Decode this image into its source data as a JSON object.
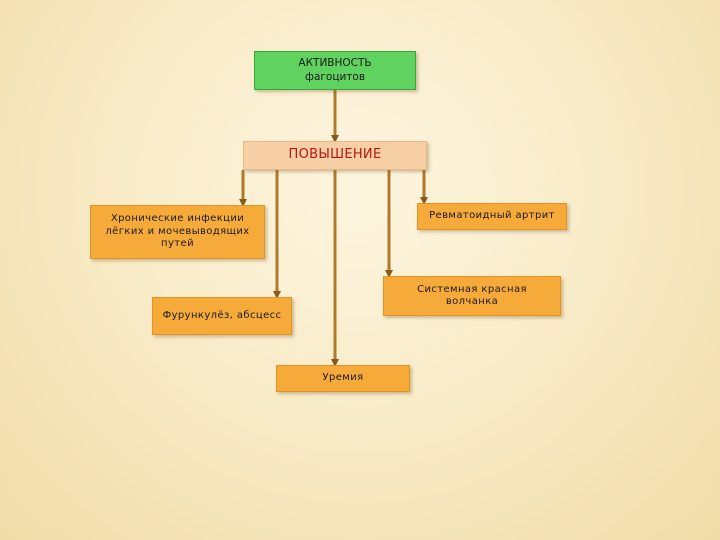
{
  "nodes": {
    "activity": {
      "line1": "АКТИВНОСТЬ",
      "line2": "фагоцитов"
    },
    "rise": {
      "label": "ПОВЫШЕНИЕ"
    },
    "chronic_infections": {
      "label": "Хронические инфекции лёгких и мочевыводящих путей"
    },
    "rheumatoid_arthritis": {
      "label": "Ревматоидный артрит"
    },
    "lupus": {
      "label": "Системная красная волчанка"
    },
    "furunculosis": {
      "label": "Фурункулёз, абсцесс"
    },
    "uremia": {
      "label": "Уремия"
    }
  },
  "colors": {
    "top_box": "#5fd25f",
    "middle_box": "#f6cfa4",
    "middle_text": "#b3171a",
    "leaf_box": "#f6aa3a",
    "connector": "#b07a2e"
  }
}
